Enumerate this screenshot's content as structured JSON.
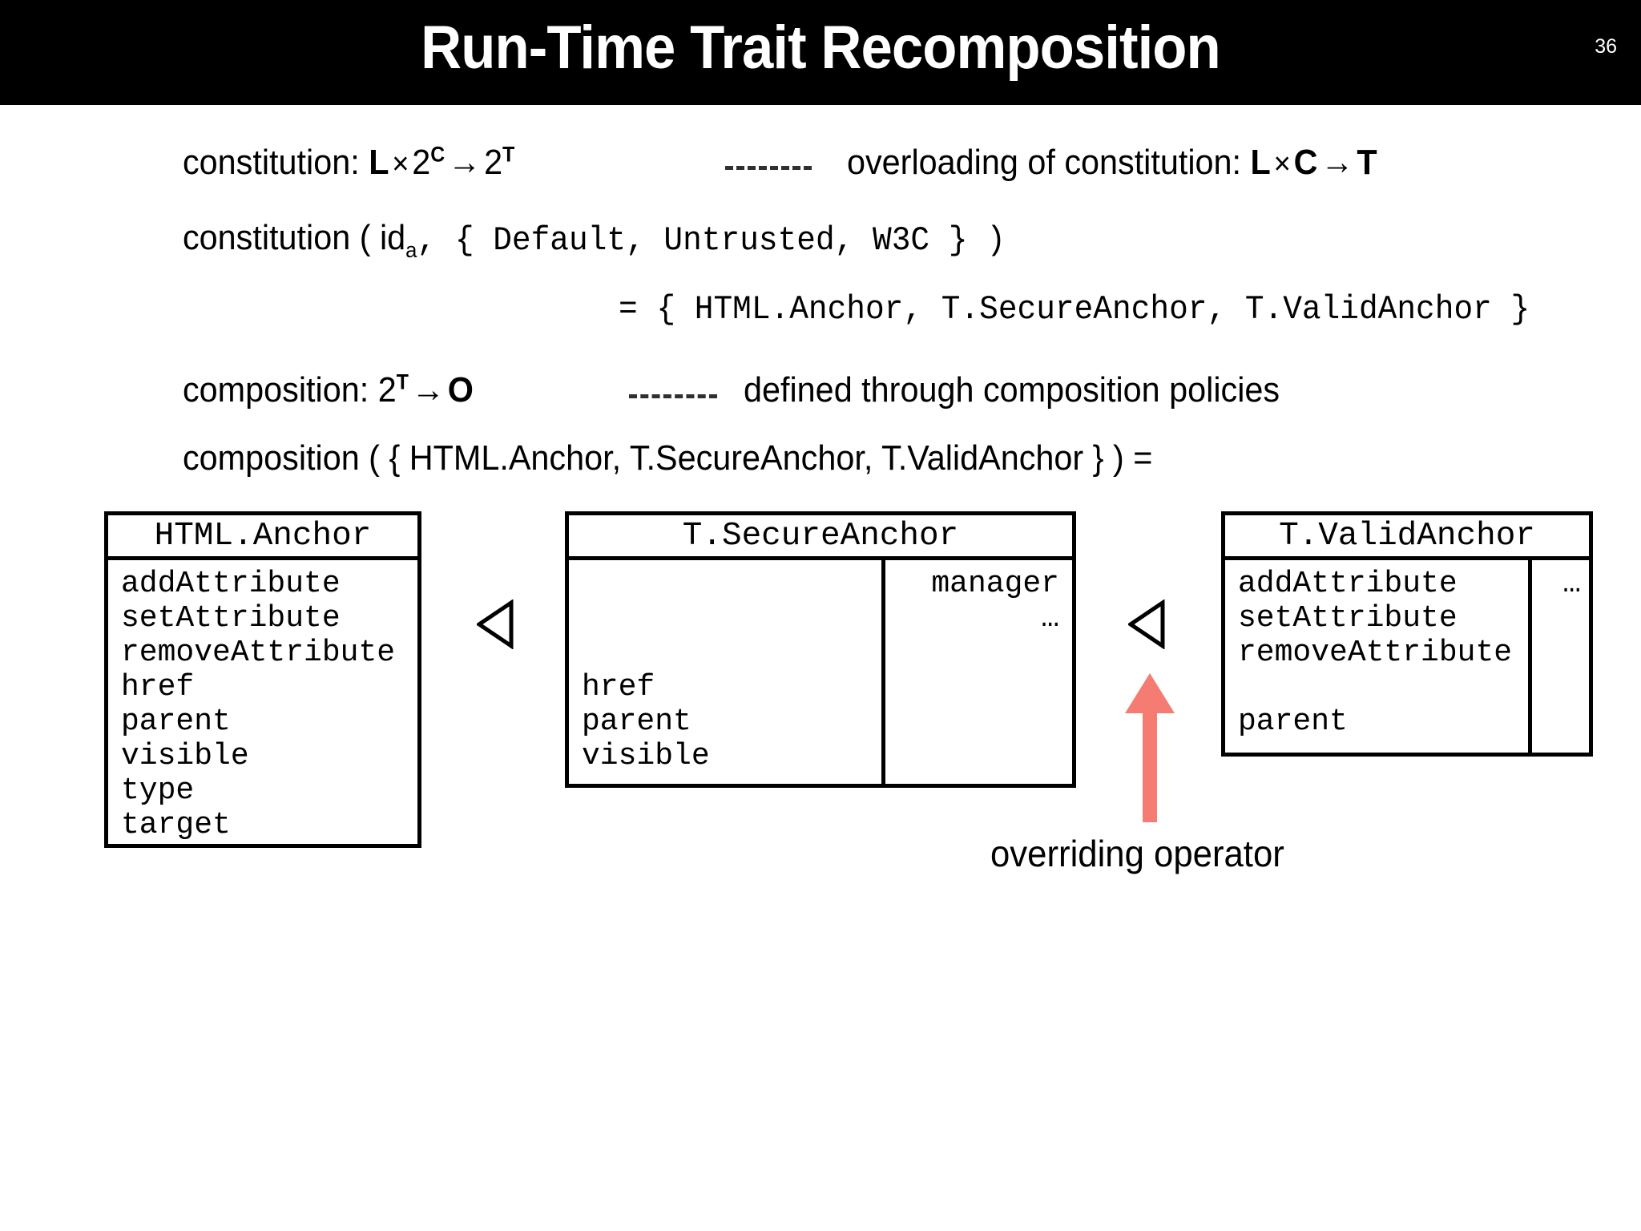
{
  "slide": {
    "title": "Run-Time Trait Recomposition",
    "number": "36",
    "accent_color": "#F47C72",
    "title_bar_color": "#000000",
    "text_color": "#000000",
    "background_color": "#FFFFFF"
  },
  "lines": {
    "constitution_signature": {
      "label": "constitution:",
      "domain": "L",
      "times": "×",
      "base1": "2",
      "exp1": "C",
      "arrow": "→",
      "base2": "2",
      "exp2": "T"
    },
    "constitution_note": {
      "label": "overloading of constitution:",
      "domain": "L",
      "times": "×",
      "arg": "C",
      "arrow": "→",
      "result": "T"
    },
    "constitution_call": {
      "prefix": "constitution ( id",
      "subscript": "a",
      "set": ", { Default, Untrusted, W3C } )"
    },
    "constitution_result": {
      "text": "= { HTML.Anchor, T.SecureAnchor, T.ValidAnchor }"
    },
    "composition_signature": {
      "label": "composition:",
      "base": "2",
      "exp": "T",
      "arrow": "→",
      "result": "O"
    },
    "composition_note": {
      "label": "defined through composition policies"
    },
    "composition_call": {
      "text": "composition ( { HTML.Anchor, T.SecureAnchor, T.ValidAnchor } ) ="
    }
  },
  "boxes": [
    {
      "id": "html-anchor",
      "title": "HTML.Anchor",
      "left_members": [
        "addAttribute",
        "setAttribute",
        "removeAttribute",
        "href",
        "parent",
        "visible",
        "type",
        "target"
      ],
      "right_members": []
    },
    {
      "id": "t-secure-anchor",
      "title": "T.SecureAnchor",
      "left_members": [
        "",
        "",
        "",
        "href",
        "parent",
        "visible"
      ],
      "right_members": [
        "manager",
        "…"
      ]
    },
    {
      "id": "t-valid-anchor",
      "title": "T.ValidAnchor",
      "left_members": [
        "addAttribute",
        "setAttribute",
        "removeAttribute",
        "",
        "parent"
      ],
      "right_members": [
        "…"
      ]
    }
  ],
  "annotations": {
    "overriding_operator_label": "overriding operator"
  }
}
